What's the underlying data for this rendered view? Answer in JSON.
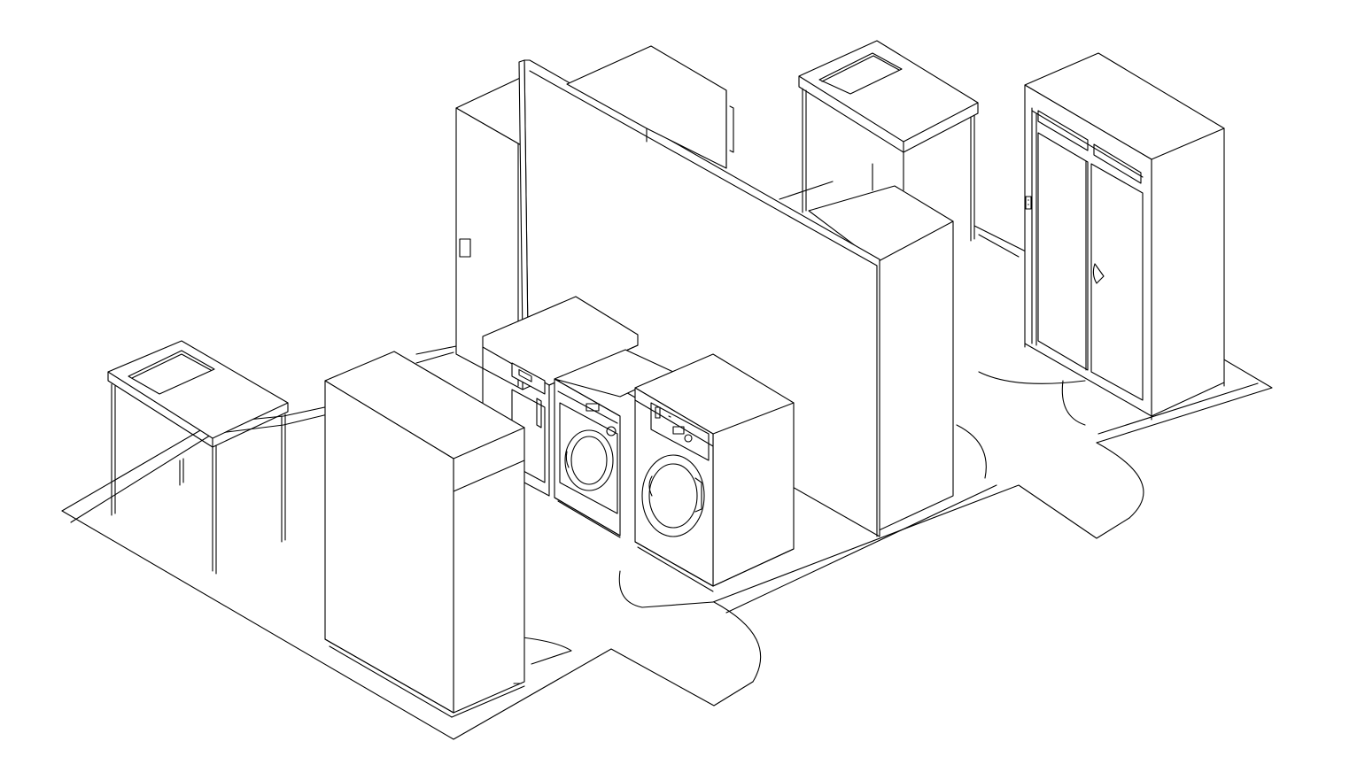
{
  "drawing": {
    "kind": "isometric line drawing of a laundry room layout",
    "line_color": "#000000",
    "background_color": "#ffffff",
    "objects": [
      {
        "name": "sink-left"
      },
      {
        "name": "dryer-cabinet-front"
      },
      {
        "name": "tall-cabinet-back"
      },
      {
        "name": "partition-wall"
      },
      {
        "name": "sink-back"
      },
      {
        "name": "double-door-cabinet"
      },
      {
        "name": "dryer-small"
      },
      {
        "name": "washer-middle"
      },
      {
        "name": "washer-front"
      },
      {
        "name": "cabinet-behind-wall"
      }
    ]
  }
}
